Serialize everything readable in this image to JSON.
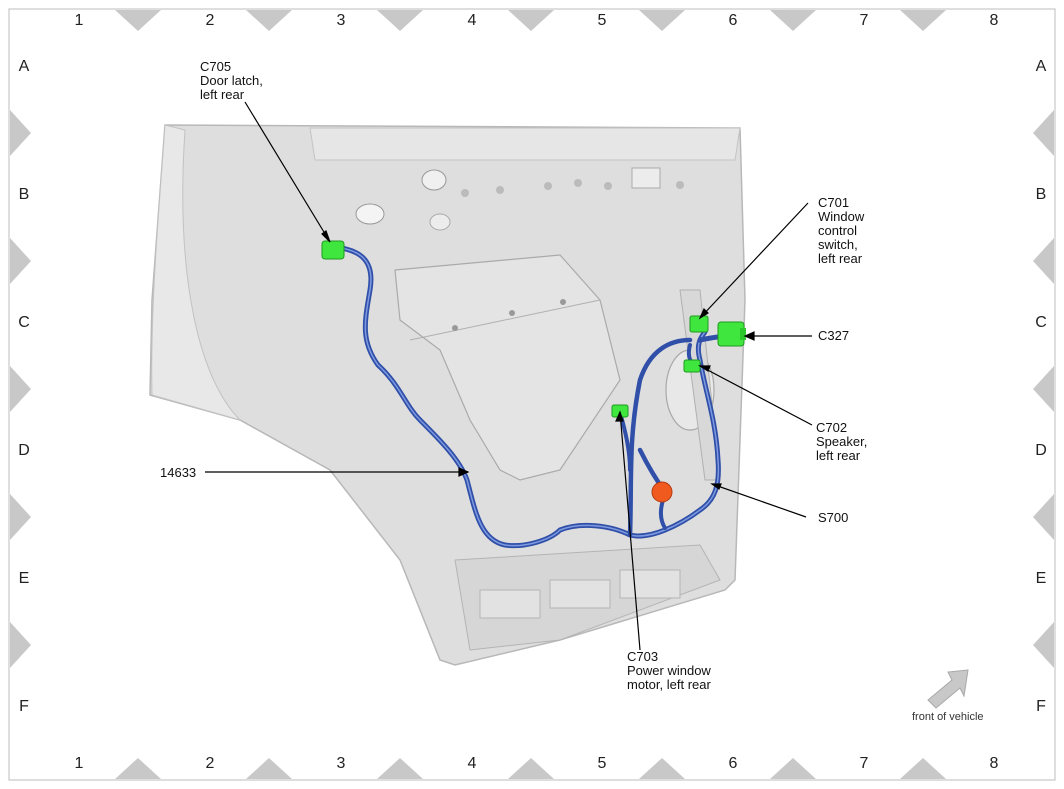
{
  "grid": {
    "columns": [
      "1",
      "2",
      "3",
      "4",
      "5",
      "6",
      "7",
      "8"
    ],
    "rows": [
      "A",
      "B",
      "C",
      "D",
      "E",
      "F"
    ]
  },
  "callouts": {
    "c705": "C705\nDoor latch,\nleft rear",
    "c701": "C701\nWindow\ncontrol\nswitch,\nleft rear",
    "c327": "C327",
    "c702": "C702\nSpeaker,\nleft rear",
    "harness": "14633",
    "s700": "S700",
    "c703": "C703\nPower window\nmotor, left rear"
  },
  "orientation": {
    "label": "front of vehicle"
  },
  "colors": {
    "harness": "#2f4fa8",
    "connector": "#3ee63e",
    "motor_connector": "#f05a1e",
    "door_panel": "#dcdcdc",
    "border": "#c8c8c8"
  }
}
